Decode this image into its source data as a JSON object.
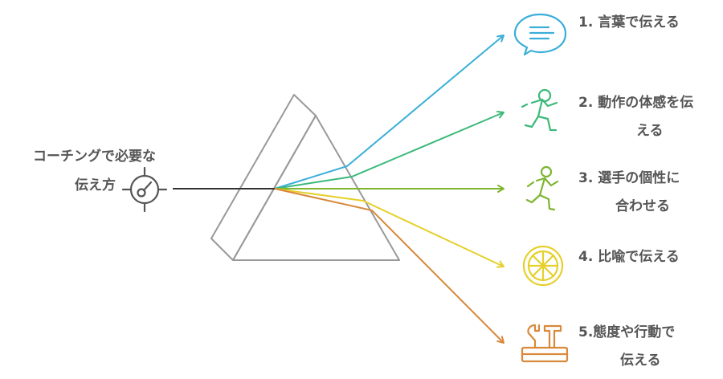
{
  "source": {
    "line1": "コーチングで必要な",
    "line2": "伝え方",
    "icon": "target-gauge-icon"
  },
  "methods": [
    {
      "line1": "1. 言葉で伝える",
      "line2": "",
      "icon": "speech-bubble-icon",
      "color": "#3AAED8"
    },
    {
      "line1": "2. 動作の体感を伝",
      "line2": "える",
      "icon": "running-person-icon",
      "color": "#3CB97A"
    },
    {
      "line1": "3. 選手の個性に",
      "line2": "合わせる",
      "icon": "runner-icon",
      "color": "#7DB52F"
    },
    {
      "line1": "4. 比喩で伝える",
      "line2": "",
      "icon": "wheel-icon",
      "color": "#E5D02C"
    },
    {
      "line1": "5.態度や行動で",
      "line2": "伝える",
      "icon": "toolbox-icon",
      "color": "#D8893A"
    }
  ],
  "colors": {
    "prism": "#999999",
    "input_beam": "#333333",
    "text": "#555555",
    "icon": "#555555"
  }
}
